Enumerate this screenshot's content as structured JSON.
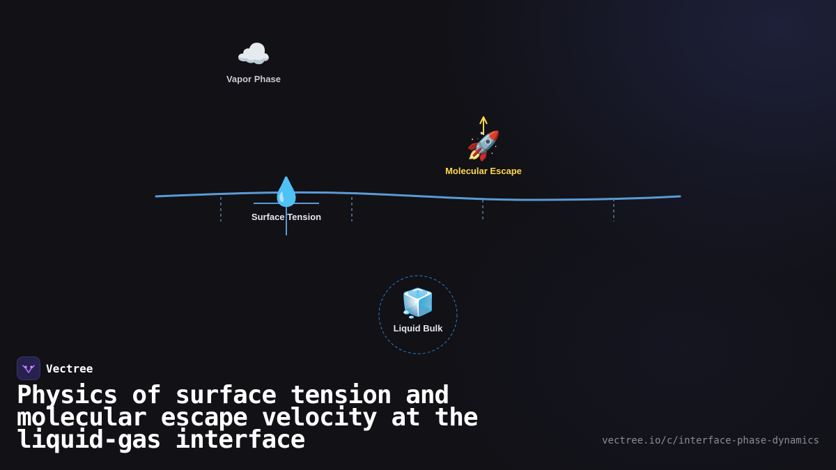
{
  "nodes": {
    "vapor": {
      "icon": "☁️",
      "icon_name": "cloud-icon",
      "label": "Vapor Phase"
    },
    "escape": {
      "icon": "🚀",
      "icon_name": "rocket-icon",
      "label": "Molecular Escape"
    },
    "tension": {
      "icon": "💧",
      "icon_name": "droplet-icon",
      "label": "Surface Tension"
    },
    "bulk": {
      "icon": "🧊",
      "icon_name": "ice-cube-icon",
      "label": "Liquid Bulk"
    }
  },
  "brand": {
    "name": "Vectree",
    "logo": "vectree-logo-icon"
  },
  "title": "Physics of surface tension and molecular escape velocity at the liquid-gas interface",
  "url": "vectree.io/c/interface-phase-dynamics",
  "colors": {
    "background": "#111116",
    "interface_line": "#5b9bd5",
    "escape_accent": "#ffd84a",
    "bulk_ring": "#2f7fc4",
    "logo": "#b36bff"
  }
}
